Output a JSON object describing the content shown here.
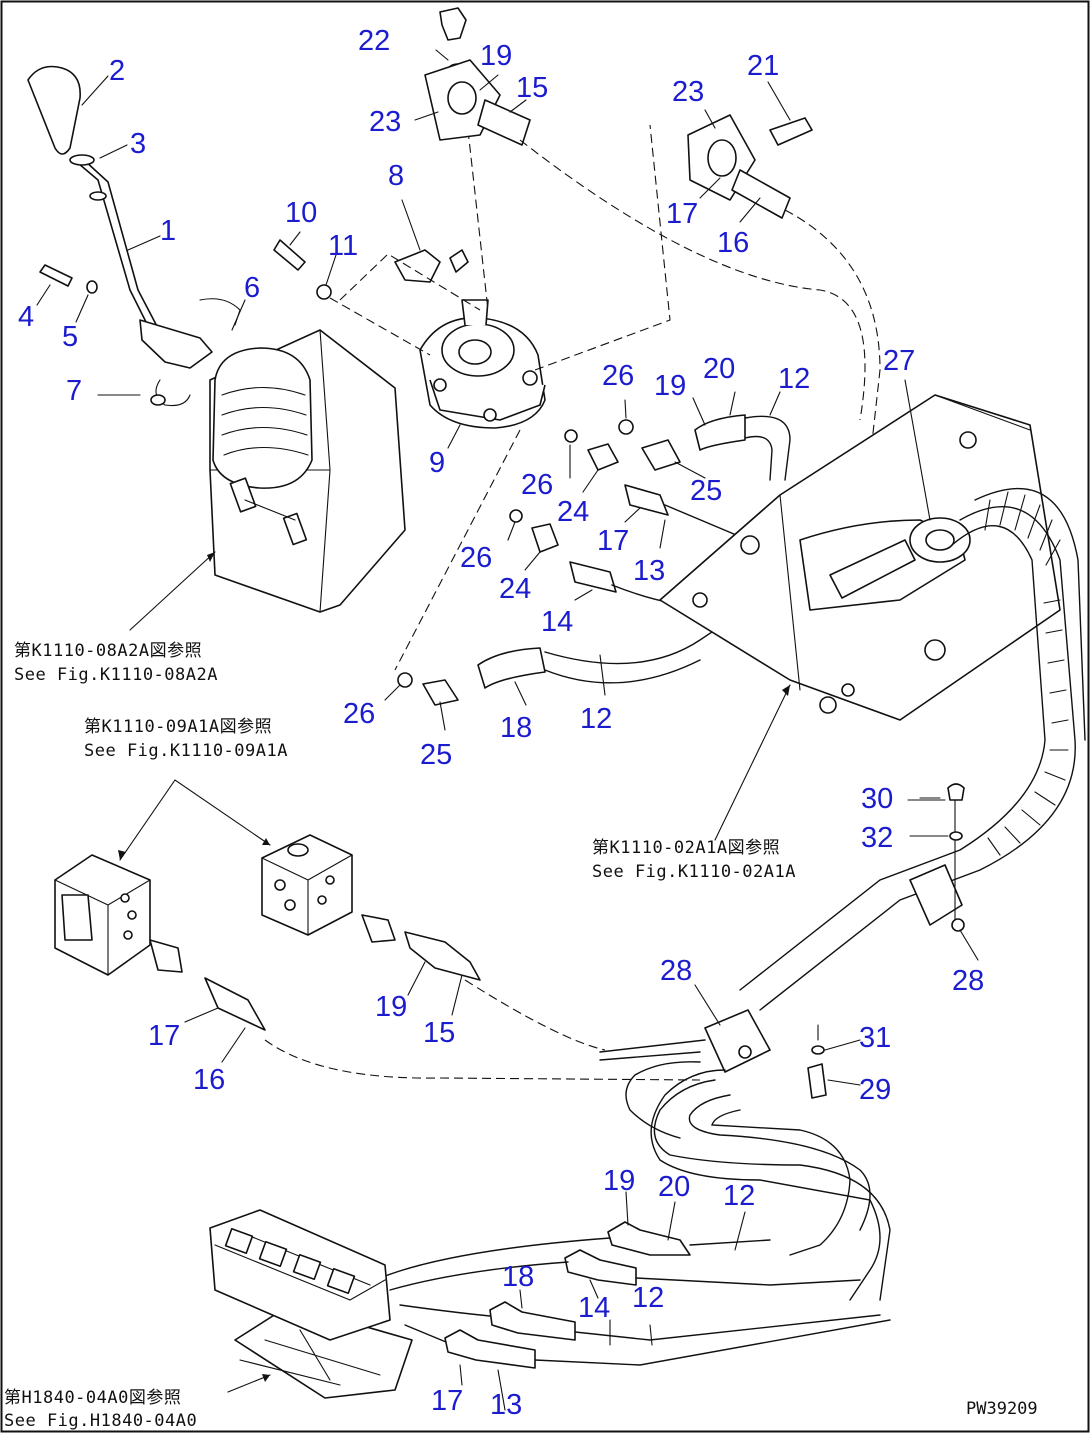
{
  "diagram": {
    "part_numbers": {
      "n1": "1",
      "n2": "2",
      "n3": "3",
      "n4": "4",
      "n5": "5",
      "n6": "6",
      "n7": "7",
      "n8": "8",
      "n9": "9",
      "n10": "10",
      "n11": "11",
      "n12": "12",
      "n13": "13",
      "n14": "14",
      "n15": "15",
      "n16": "16",
      "n17": "17",
      "n18": "18",
      "n19": "19",
      "n20": "20",
      "n21": "21",
      "n22": "22",
      "n23": "23",
      "n24": "24",
      "n25": "25",
      "n26": "26",
      "n27": "27",
      "n28": "28",
      "n29": "29",
      "n30": "30",
      "n31": "31",
      "n32": "32"
    },
    "references": {
      "r1_jp": "第K1110-08A2A図参照",
      "r1_en": "See Fig.K1110-08A2A",
      "r2_jp": "第K1110-09A1A図参照",
      "r2_en": "See Fig.K1110-09A1A",
      "r3_jp": "第K1110-02A1A図参照",
      "r3_en": "See Fig.K1110-02A1A",
      "r4_jp": "第H1840-04A0図参照",
      "r4_en": "See Fig.H1840-04A0"
    },
    "drawing_code": "PW39209"
  },
  "colors": {
    "label": "#1c1ccf",
    "line": "#111111",
    "background": "#ffffff"
  }
}
